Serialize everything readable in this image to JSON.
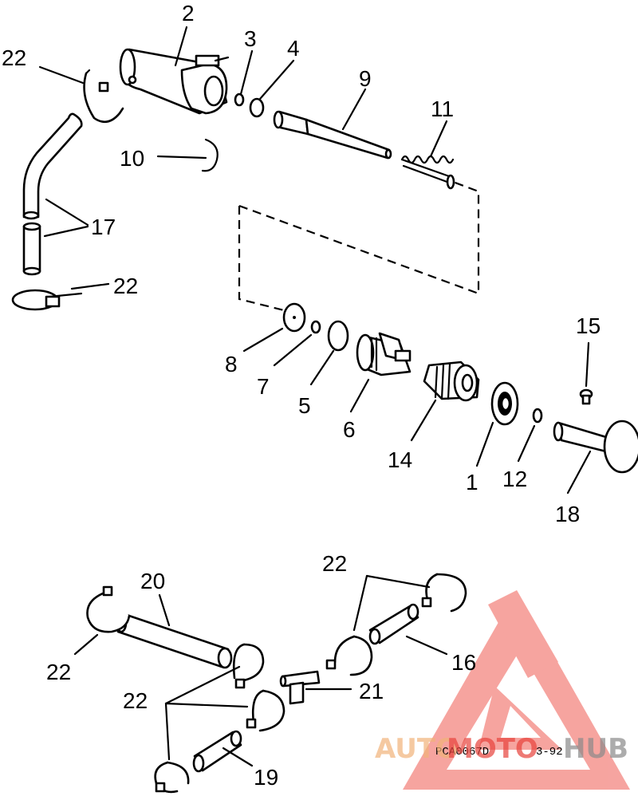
{
  "labels": {
    "p1": "1",
    "p2": "2",
    "p3": "3",
    "p4": "4",
    "p5": "5",
    "p6": "6",
    "p7": "7",
    "p8": "8",
    "p9": "9",
    "p10": "10",
    "p11": "11",
    "p12": "12",
    "p14": "14",
    "p15": "15",
    "p16": "16",
    "p17": "17",
    "p18": "18",
    "p19": "19",
    "p20": "20",
    "p21": "21",
    "p22": "22"
  },
  "code": "PCA0067D",
  "date": "3-92",
  "watermark": {
    "auto": "AUTO",
    "moto": "MOTO",
    "hub": "HUB"
  },
  "colors": {
    "ink": "#000000",
    "watermark_red": "#e8433c",
    "watermark_orange": "#f1b37a",
    "watermark_gray": "#8a8a8a"
  }
}
